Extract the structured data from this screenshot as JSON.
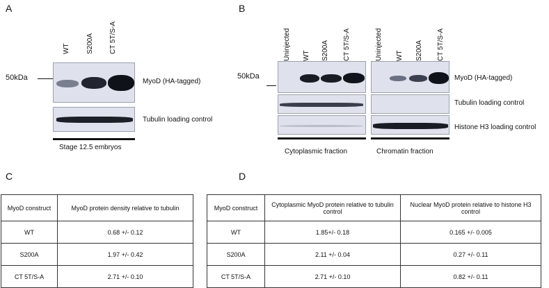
{
  "panels": {
    "a": {
      "letter": "A",
      "lanes": [
        "WT",
        "S200A",
        "CT 5T/S-A"
      ],
      "marker": "50kDa",
      "blot_labels": [
        "MyoD (HA-tagged)",
        "Tubulin loading control"
      ],
      "caption": "Stage 12.5 embryos",
      "myod_intensity": [
        0.45,
        0.85,
        1.0
      ]
    },
    "b": {
      "letter": "B",
      "lanes": [
        "Uninjected",
        "WT",
        "S200A",
        "CT 5T/S-A"
      ],
      "marker": "50kDa",
      "blot_labels": [
        "MyoD (HA-tagged)",
        "Tubulin loading control",
        "Histone H3 loading control"
      ],
      "captions": [
        "Cytoplasmic fraction",
        "Chromatin fraction"
      ]
    },
    "c": {
      "letter": "C",
      "headers": [
        "MyoD construct",
        "MyoD protein density relative to tubulin"
      ],
      "rows": [
        [
          "WT",
          "0.68 +/- 0.12"
        ],
        [
          "S200A",
          "1.97 +/- 0.42"
        ],
        [
          "CT 5T/S-A",
          "2.71 +/- 0.10"
        ]
      ]
    },
    "d": {
      "letter": "D",
      "headers": [
        "MyoD construct",
        "Cytoplasmic MyoD protein relative to tubulin control",
        "Nuclear MyoD protein relative to histone H3 control"
      ],
      "rows": [
        [
          "WT",
          "1.85+/- 0.18",
          "0.165 +/- 0.005"
        ],
        [
          "S200A",
          "2.11 +/- 0.04",
          "0.27 +/- 0.11"
        ],
        [
          "CT 5T/S-A",
          "2.71 +/- 0.10",
          "0.82 +/- 0.11"
        ]
      ]
    }
  }
}
